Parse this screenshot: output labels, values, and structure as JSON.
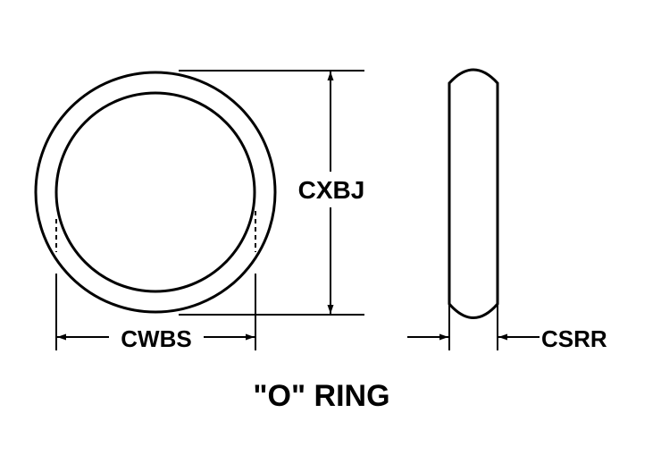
{
  "diagram": {
    "title": "\"O\" RING",
    "labels": {
      "outer_diameter": "CXBJ",
      "inner_diameter": "CWBS",
      "cross_section": "CSRR"
    },
    "colors": {
      "ink": "#000000",
      "background": "#ffffff"
    }
  }
}
